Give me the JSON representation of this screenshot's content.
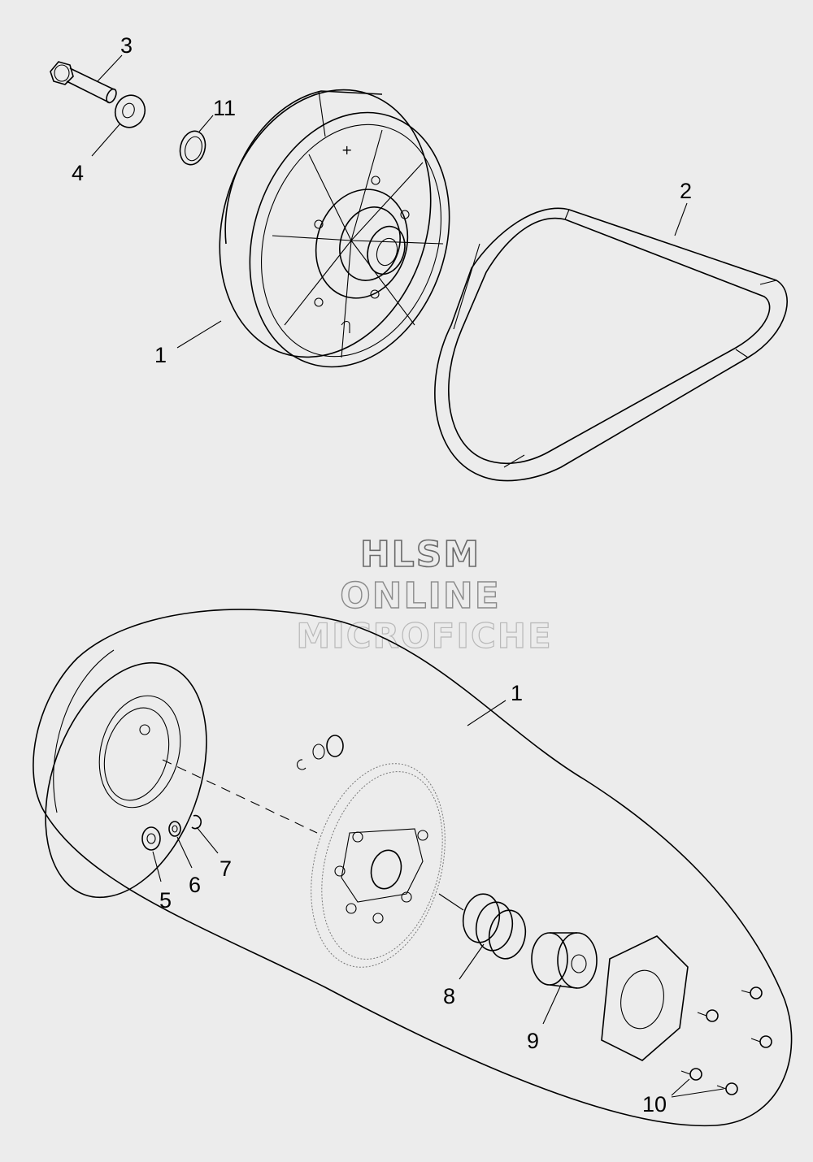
{
  "watermark": {
    "line1": "HLSM",
    "line2": "ONLINE",
    "line3": "MICROFICHE"
  },
  "callouts": {
    "c1_top": "1",
    "c2": "2",
    "c3": "3",
    "c4": "4",
    "c11": "11",
    "c1_bottom": "1",
    "c5": "5",
    "c6": "6",
    "c7": "7",
    "c8": "8",
    "c9": "9",
    "c10": "10"
  }
}
